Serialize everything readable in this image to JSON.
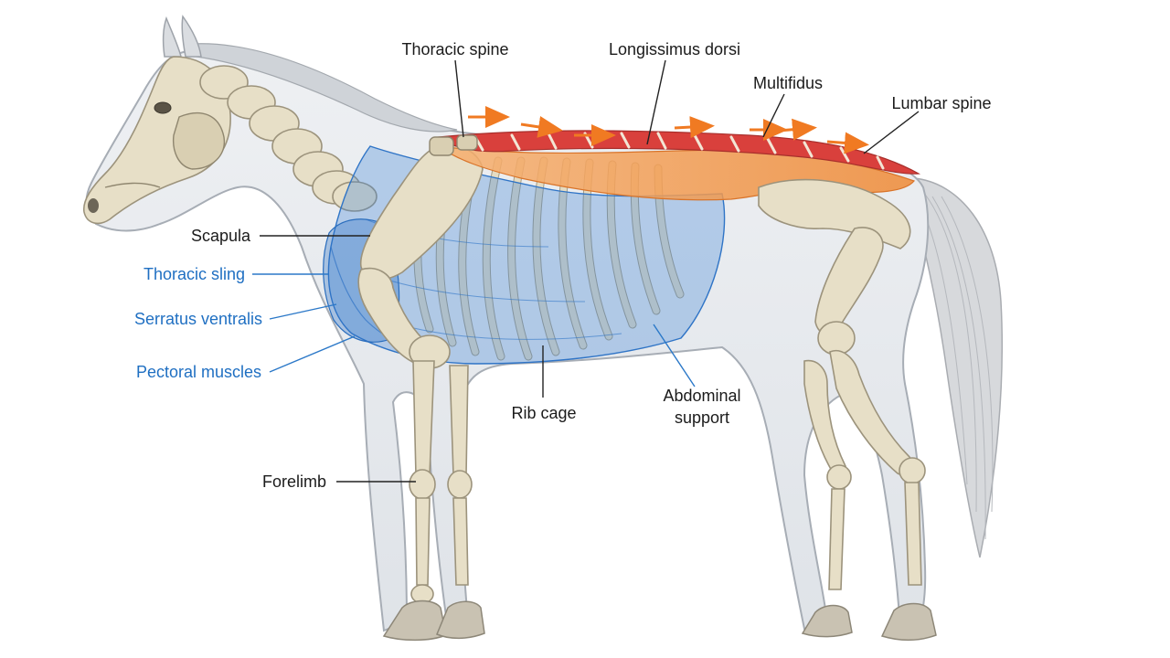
{
  "diagram": {
    "labels": {
      "thoracic_spine": "Thoracic spine",
      "longissimus_dorsi": "Longissimus dorsi",
      "multifidus": "Multifidus",
      "lumbar_spine": "Lumbar spine",
      "scapula": "Scapula",
      "thoracic_sling": "Thoracic sling",
      "serratus_ventralis": "Serratus ventralis",
      "pectoral_muscles": "Pectoral muscles",
      "rib_cage": "Rib cage",
      "abdominal_support_line1": "Abdominal",
      "abdominal_support_line2": "support",
      "forelimb": "Forelimb"
    },
    "colors": {
      "blue_label": "#1f6fc2",
      "sling_blue": "#3f86d8",
      "longissimus_orange": "#f0923a",
      "multifidus_red": "#d9403c",
      "arrow_orange": "#f07a22",
      "bone": "#e7dfc7"
    }
  }
}
